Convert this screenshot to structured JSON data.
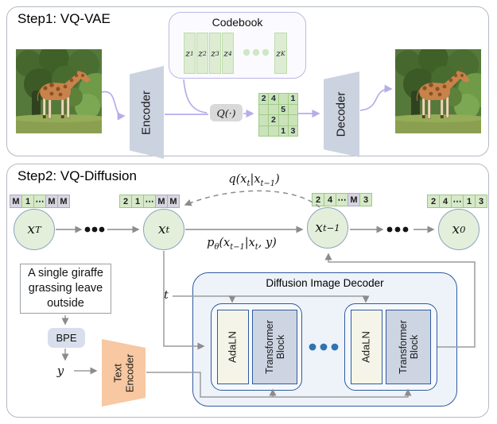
{
  "step1": {
    "title": "Step1: VQ-VAE",
    "encoder_label": "Encoder",
    "decoder_label": "Decoder",
    "quantizer_label": "Q(·)",
    "codebook": {
      "title": "Codebook",
      "entries_html": [
        "z<sub>1</sub>",
        "z<sub>2</sub>",
        "z<sub>3</sub>",
        "z<sub>4</sub>",
        "z<sub>K</sub>"
      ]
    },
    "grid": [
      [
        "2",
        "4",
        "",
        "1"
      ],
      [
        "",
        "",
        "5",
        ""
      ],
      [
        "",
        "2",
        "",
        ""
      ],
      [
        "",
        "",
        "1",
        "3"
      ]
    ]
  },
  "step2": {
    "title": "Step2: VQ-Diffusion",
    "strips": {
      "xT": [
        {
          "t": "M",
          "m": true
        },
        {
          "t": "1"
        },
        {
          "t": "⋯"
        },
        {
          "t": "M",
          "m": true
        },
        {
          "t": "M",
          "m": true
        }
      ],
      "xt": [
        {
          "t": "2"
        },
        {
          "t": "1"
        },
        {
          "t": "⋯"
        },
        {
          "t": "M",
          "m": true
        },
        {
          "t": "M",
          "m": true
        }
      ],
      "xtm1": [
        {
          "t": "2"
        },
        {
          "t": "4"
        },
        {
          "t": "⋯"
        },
        {
          "t": "M",
          "m": true
        },
        {
          "t": "3"
        }
      ],
      "x0": [
        {
          "t": "2"
        },
        {
          "t": "4"
        },
        {
          "t": "⋯"
        },
        {
          "t": "1"
        },
        {
          "t": "3"
        }
      ]
    },
    "nodes": {
      "xT_html": "x<sub>T</sub>",
      "xt_html": "x<sub>t</sub>",
      "xtm1_html": "x<sub>t−1</sub>",
      "x0_html": "x<sub>0</sub>"
    },
    "labels": {
      "q_html": "q(x<sub>t</sub>|x<sub>t−1</sub>)",
      "p_html": "p<sub>θ</sub>(x<sub>t−1</sub>|x<sub>t</sub>, y)",
      "t_html": "t",
      "y_html": "y"
    },
    "prompt_text": "A single giraffe grassing leave outside",
    "bpe_label": "BPE",
    "text_encoder_label": "Text Encoder",
    "decoder": {
      "title": "Diffusion Image Decoder",
      "adaln_label": "AdaLN",
      "transformer_label": "Transformer Block"
    }
  },
  "colors": {
    "token_green": "#d6e9c8",
    "token_masked": "#d6d5e0",
    "node_fill": "#e4efdb",
    "node_border": "#8ba3bf",
    "trapezoid": "#ccd3e0",
    "text_encoder": "#f7c8a2",
    "decoder_border": "#2f5b9e",
    "decoder_fill": "#eef3fa",
    "adaln_fill": "#f4f4e8",
    "transformer_fill": "#cdd5e3",
    "purple_arrow": "#b4aee9",
    "gray_arrow": "#8c8c8c",
    "blue_dots": "#2e74b5"
  }
}
